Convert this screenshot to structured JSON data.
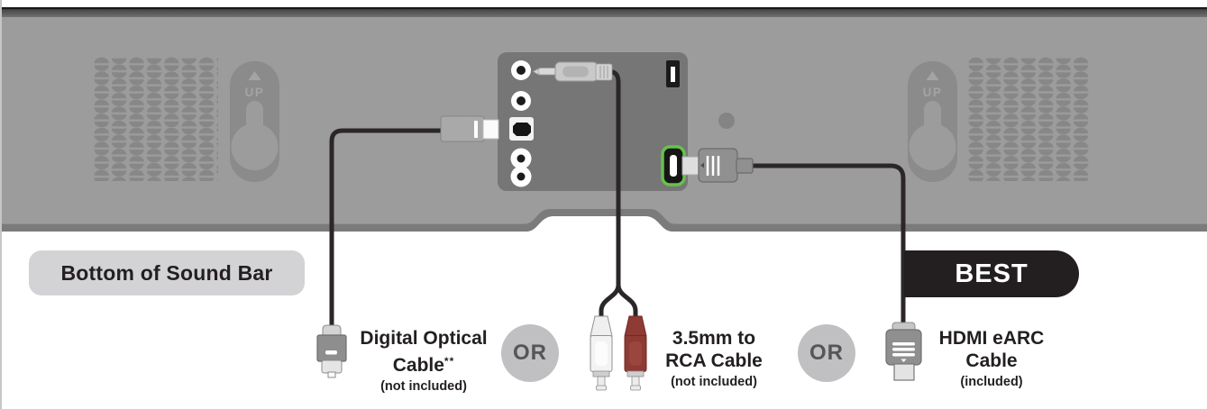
{
  "diagram": {
    "callout_label": "Bottom of Sound Bar",
    "best_badge_label": "BEST",
    "up_label": "UP",
    "or_label": "OR"
  },
  "cable_options": {
    "optical": {
      "title_line1": "Digital Optical",
      "title_line2": "Cable",
      "title_superscript": "**",
      "availability": "(not included)"
    },
    "rca": {
      "title_line1": "3.5mm to",
      "title_line2": "RCA Cable",
      "availability": "(not included)"
    },
    "hdmi": {
      "title_line1": "HDMI eARC",
      "title_line2": "Cable",
      "availability": "(included)"
    }
  },
  "colors": {
    "soundbar_body": "#9c9c9c",
    "soundbar_bottom_band": "#7b7b7b",
    "io_panel": "#767676",
    "hdmi_highlight": "#66c14d",
    "rca_red": "#8e3a35",
    "best_badge_bg": "#231f20",
    "callout_bg": "#d3d3d5",
    "or_circle_bg": "#c0c0c2",
    "cable": "#2b2728"
  }
}
